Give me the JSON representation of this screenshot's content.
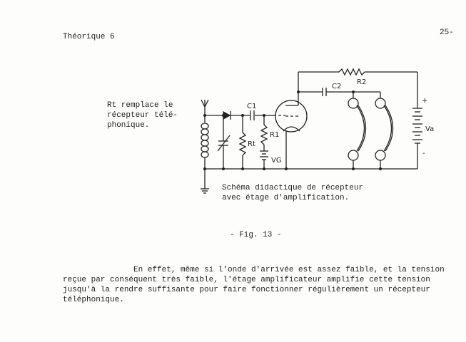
{
  "header": {
    "left": "Théorique 6",
    "right": "25-"
  },
  "figure": {
    "note": [
      "Rt remplace le",
      "récepteur télé-",
      "phonique."
    ],
    "labels": {
      "c1": "C1",
      "c2": "C2",
      "r1": "R1",
      "r2": "R2",
      "rt": "Rt",
      "vg": "VG",
      "va": "Va",
      "plus": "+",
      "minus": "-"
    },
    "caption": [
      "Schéma didactique de récepteur",
      "avec étage d'amplification."
    ],
    "number": "- Fig. 13 -"
  },
  "body": {
    "lines": [
      "               En effet, même si l'onde d'arrivée est assez faible, et la tension",
      "reçue par conséquent très faible, l'étage amplificateur amplifie cette tension",
      "jusqu'à la rendre suffisante pour faire fonctionner régulièrement un récepteur",
      "téléphonique."
    ]
  }
}
